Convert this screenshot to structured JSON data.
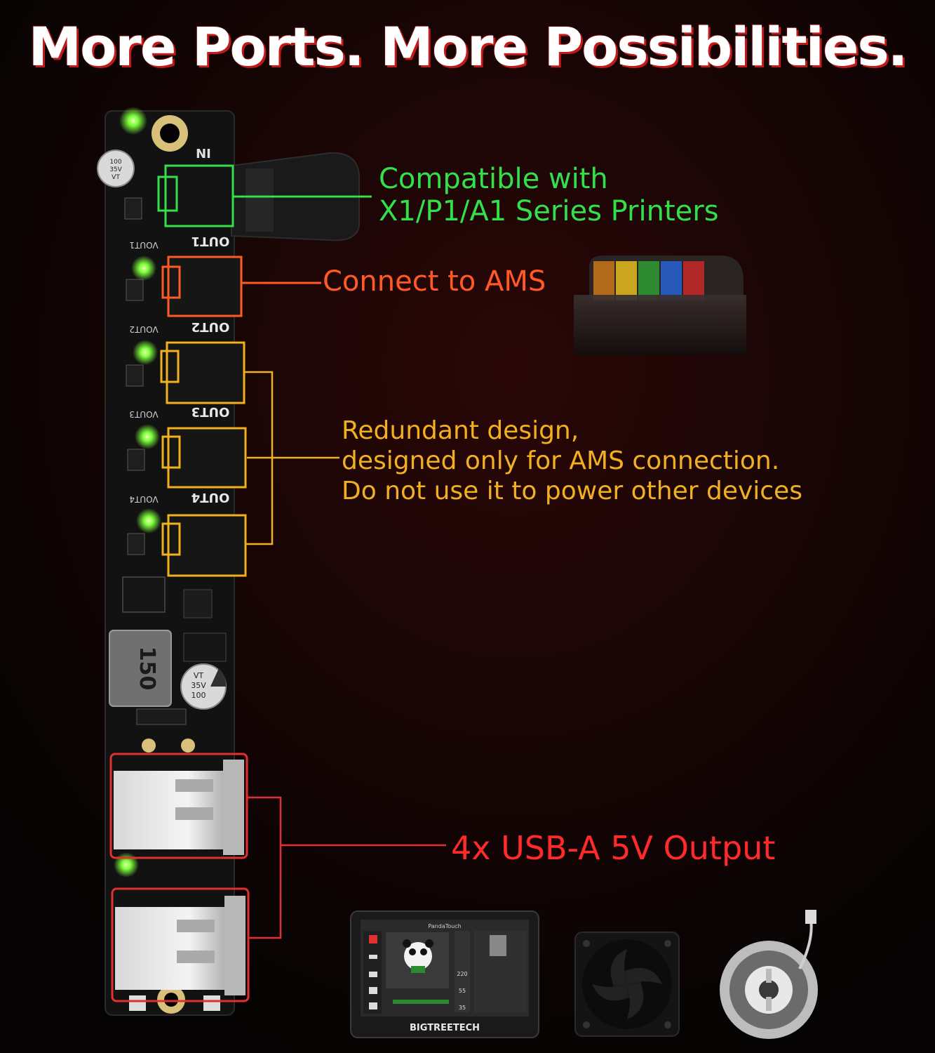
{
  "headline": "More Ports. More Possibilities.",
  "callouts": {
    "compatible": [
      "Compatible with",
      "X1/P1/A1 Series Printers"
    ],
    "ams": "Connect to AMS",
    "redundant": [
      "Redundant design,",
      "designed only for AMS connection.",
      "Do not use it to power other devices"
    ],
    "usb": "4x USB-A 5V Output"
  },
  "board_labels": {
    "input": "NI",
    "out1": "OUT1",
    "out2": "OUT2",
    "out3": "OUT3",
    "out4": "OUT4",
    "vout1": "VOUT1",
    "vout2": "VOUT2",
    "vout3": "VOUT3",
    "vout4": "VOUT4",
    "cap_top": [
      "100",
      "35V",
      "VT"
    ],
    "cap_bottom": [
      "100",
      "35V",
      "VT"
    ],
    "inductor": "150"
  },
  "screen": {
    "title": "PandaTouch",
    "brand": "BIGTREETECH",
    "temps": [
      "220",
      "55",
      "35"
    ]
  },
  "colors": {
    "green": "#33e04a",
    "orange": "#ff5a26",
    "yellow": "#f0b020",
    "red": "#ff2a2a",
    "pcb": "#121212"
  }
}
